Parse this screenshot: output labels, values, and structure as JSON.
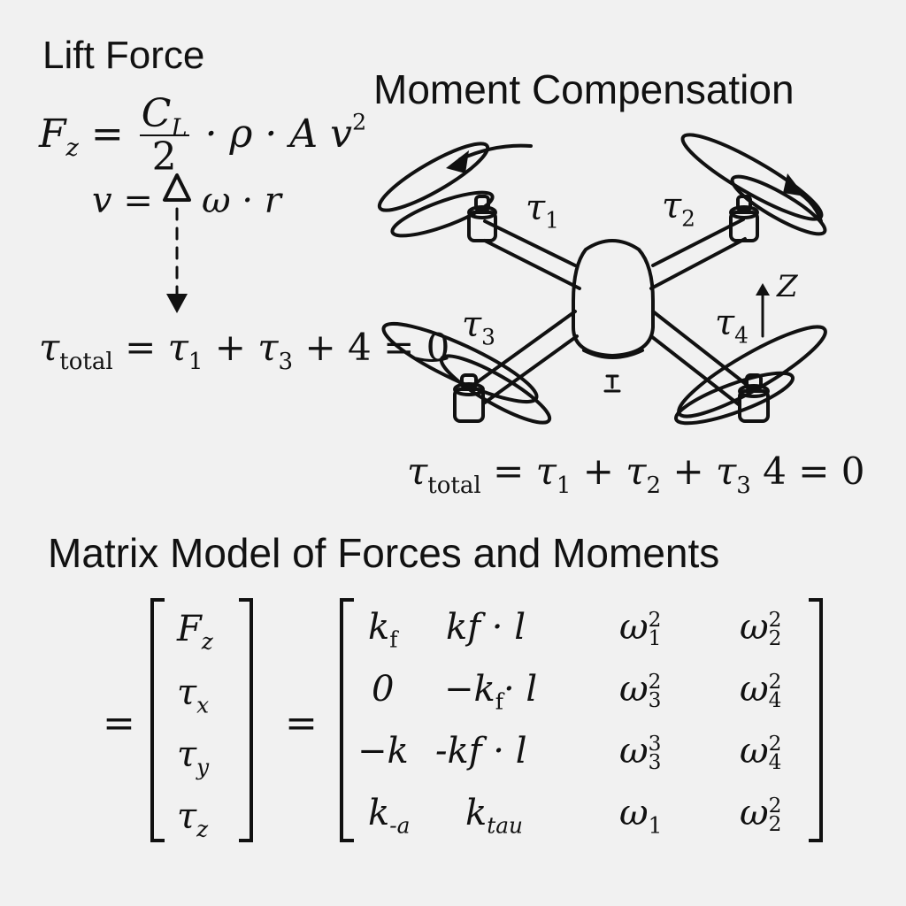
{
  "lift": {
    "title": "Lift Force",
    "fz_lhs": "F",
    "fz_lhs_sub": "z",
    "eq": "=",
    "cl_num": "C",
    "cl_num_sub": "L",
    "cl_den": "2",
    "fz_rest": "· ρ · A v",
    "fz_exp": "2",
    "v_lhs": "v =",
    "v_rhs": "ω · r"
  },
  "tau_left": {
    "tau": "τ",
    "sub": "total",
    "rhs": "= τ",
    "t1": "1",
    "plus1": "+ τ",
    "t3": "3",
    "rest": "+ 4 = 0"
  },
  "moment": {
    "title": "Moment Compensation",
    "labels": {
      "t1": "τ",
      "t1_sub": "1",
      "t2": "τ",
      "t2_sub": "2",
      "t3": "τ",
      "t3_sub": "3",
      "t4": "τ",
      "t4_sub": "4",
      "z": "Z"
    }
  },
  "tau_bottom": {
    "tau": "τ",
    "sub": "total",
    "p1": "= τ",
    "s1": "1",
    "p2": "+ τ",
    "s2": "2",
    "p3": "+ τ",
    "s3": "3",
    "rest": "4 = 0"
  },
  "matrix": {
    "title": "Matrix Model of Forces and Moments",
    "eq1": "=",
    "eq2": "=",
    "lhs": [
      {
        "sym": "F",
        "sub": "z"
      },
      {
        "sym": "τ",
        "sub": "x"
      },
      {
        "sym": "τ",
        "sub": "y"
      },
      {
        "sym": "τ",
        "sub": "z"
      }
    ],
    "rows": [
      {
        "c1": "k",
        "c1_sub": "f",
        "c2": "kf · l",
        "c3": "ω",
        "c3_sup": "2",
        "c3_sub": "1",
        "c4": "ω",
        "c4_sup": "2",
        "c4_sub": "2"
      },
      {
        "c1": "0",
        "c2a": "−k",
        "c2_sub": "f",
        "c2b": "· l",
        "c3": "ω",
        "c3_sup": "2",
        "c3_sub": "3",
        "c4": "ω",
        "c4_sup": "2",
        "c4_sub": "4"
      },
      {
        "c1": "−k",
        "c2": "-kf · l",
        "c3": "ω",
        "c3_sup": "3",
        "c3_sub": "3",
        "c4": "ω",
        "c4_sup": "2",
        "c4_sub": "4"
      },
      {
        "c1": "k",
        "c1_sub": "-a",
        "c2": "k",
        "c2_sub": "tau",
        "c3": "ω",
        "c3_sub": "1",
        "c4": "ω",
        "c4_sup": "2",
        "c4_sub": "2"
      }
    ]
  }
}
